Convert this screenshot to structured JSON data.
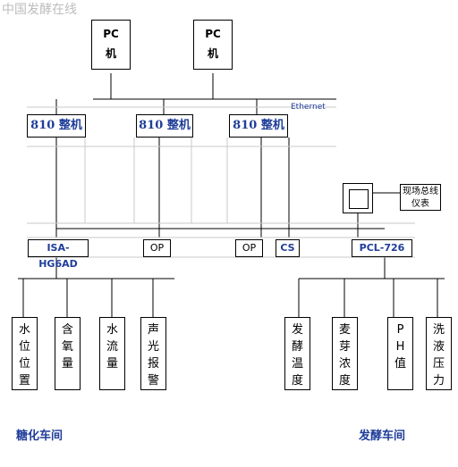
{
  "watermark": "中国发酵在线",
  "network_label": "Ethernet",
  "pc": {
    "line1": "PC",
    "line2": "机"
  },
  "station": "810 整机",
  "devices": {
    "isa": "ISA-HG6AD",
    "op": "OP",
    "cs": "CS",
    "pcl": "PCL-726"
  },
  "instrument": "现场总线仪表",
  "sensors_left": [
    "水位位置",
    "含氧量",
    "水流量",
    "声光报警"
  ],
  "sensors_right": [
    "发酵温度",
    "麦芽浓度",
    "PH值",
    "洗液压力"
  ],
  "workshop_left": "糖化车间",
  "workshop_right": "发酵车间"
}
